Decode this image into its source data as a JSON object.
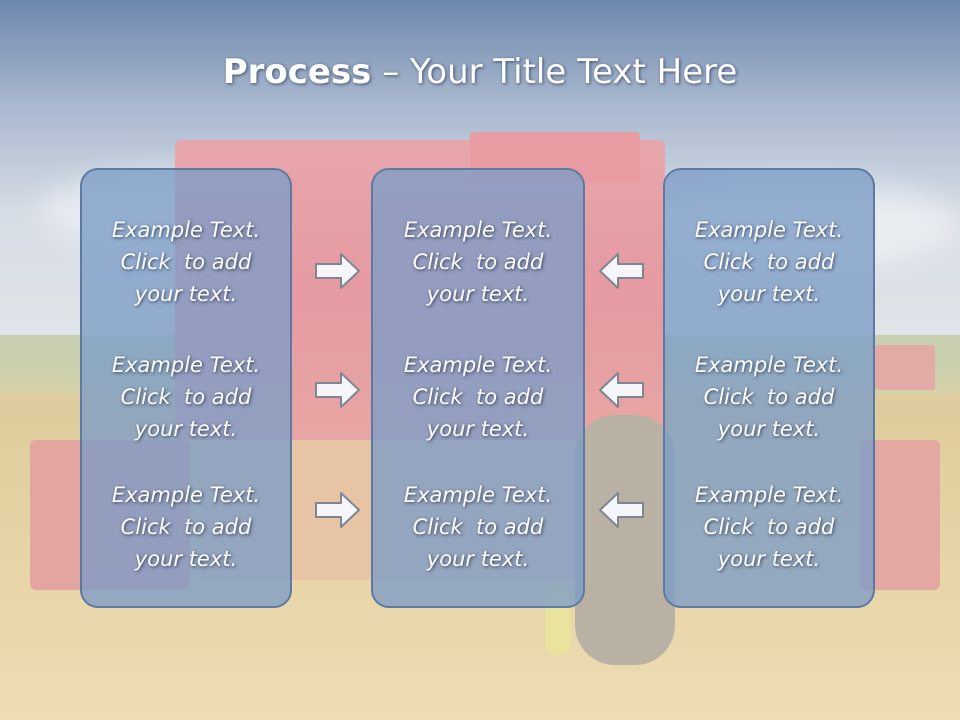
{
  "slide": {
    "title_bold": "Process",
    "title_rest": " – Your Title Text Here"
  },
  "panels": [
    {
      "blocks": [
        {
          "l1": "Example Text.",
          "l2": "Click  to add",
          "l3": "your text."
        },
        {
          "l1": "Example Text.",
          "l2": "Click  to add",
          "l3": "your text."
        },
        {
          "l1": "Example Text.",
          "l2": "Click  to add",
          "l3": "your text."
        }
      ]
    },
    {
      "blocks": [
        {
          "l1": "Example Text.",
          "l2": "Click  to add",
          "l3": "your text."
        },
        {
          "l1": "Example Text.",
          "l2": "Click  to add",
          "l3": "your text."
        },
        {
          "l1": "Example Text.",
          "l2": "Click  to add",
          "l3": "your text."
        }
      ]
    },
    {
      "blocks": [
        {
          "l1": "Example Text.",
          "l2": "Click  to add",
          "l3": "your text."
        },
        {
          "l1": "Example Text.",
          "l2": "Click  to add",
          "l3": "your text."
        },
        {
          "l1": "Example Text.",
          "l2": "Click  to add",
          "l3": "your text."
        }
      ]
    }
  ],
  "arrows": {
    "left_column": "right-arrow-icon",
    "right_column": "left-arrow-icon"
  },
  "colors": {
    "panel_fill": "#7c9cc6",
    "panel_border": "#5d7aa3",
    "text": "#ffffff"
  }
}
